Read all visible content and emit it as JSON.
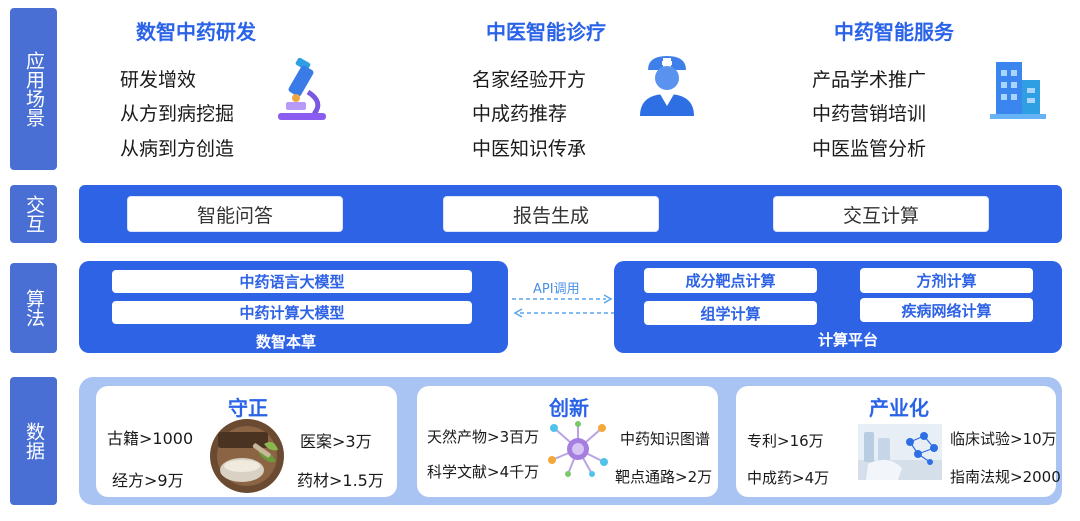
{
  "side_labels": {
    "scenario": "应用场景",
    "interaction": "交互",
    "algorithm": "算法",
    "data": "数据"
  },
  "scenarios": [
    {
      "title": "数智中药研发",
      "items": [
        "研发增效",
        "从方到病挖掘",
        "从病到方创造"
      ],
      "icon": "microscope-icon"
    },
    {
      "title": "中医智能诊疗",
      "items": [
        "名家经验开方",
        "中成药推荐",
        "中医知识传承"
      ],
      "icon": "doctor-icon"
    },
    {
      "title": "中药智能服务",
      "items": [
        "产品学术推广",
        "中药营销培训",
        "中医监管分析"
      ],
      "icon": "building-icon"
    }
  ],
  "interaction": [
    "智能问答",
    "报告生成",
    "交互计算"
  ],
  "algorithm": {
    "left": {
      "items": [
        "中药语言大模型",
        "中药计算大模型"
      ],
      "caption": "数智本草"
    },
    "api_label": "API调用",
    "right": {
      "items": [
        "成分靶点计算",
        "方剂计算",
        "组学计算",
        "疾病网络计算"
      ],
      "caption": "计算平台"
    }
  },
  "data": [
    {
      "title": "守正",
      "items": [
        "古籍>1000",
        "医案>3万",
        "经方>9万",
        "药材>1.5万"
      ],
      "image": "herbal-medicine-photo"
    },
    {
      "title": "创新",
      "items": [
        "天然产物>3百万",
        "中药知识图谱",
        "科学文献>4千万",
        "靶点通路>2万"
      ],
      "image": "molecule-network-illustration"
    },
    {
      "title": "产业化",
      "items": [
        "专利>16万",
        "临床试验>10万",
        "中成药>4万",
        "指南法规>2000"
      ],
      "image": "lab-research-photo"
    }
  ],
  "colors": {
    "accent": "#2e63e6",
    "title_blue": "#2a63e8",
    "side_label": "#4a6fd4",
    "data_bg": "#a9c3f2"
  }
}
